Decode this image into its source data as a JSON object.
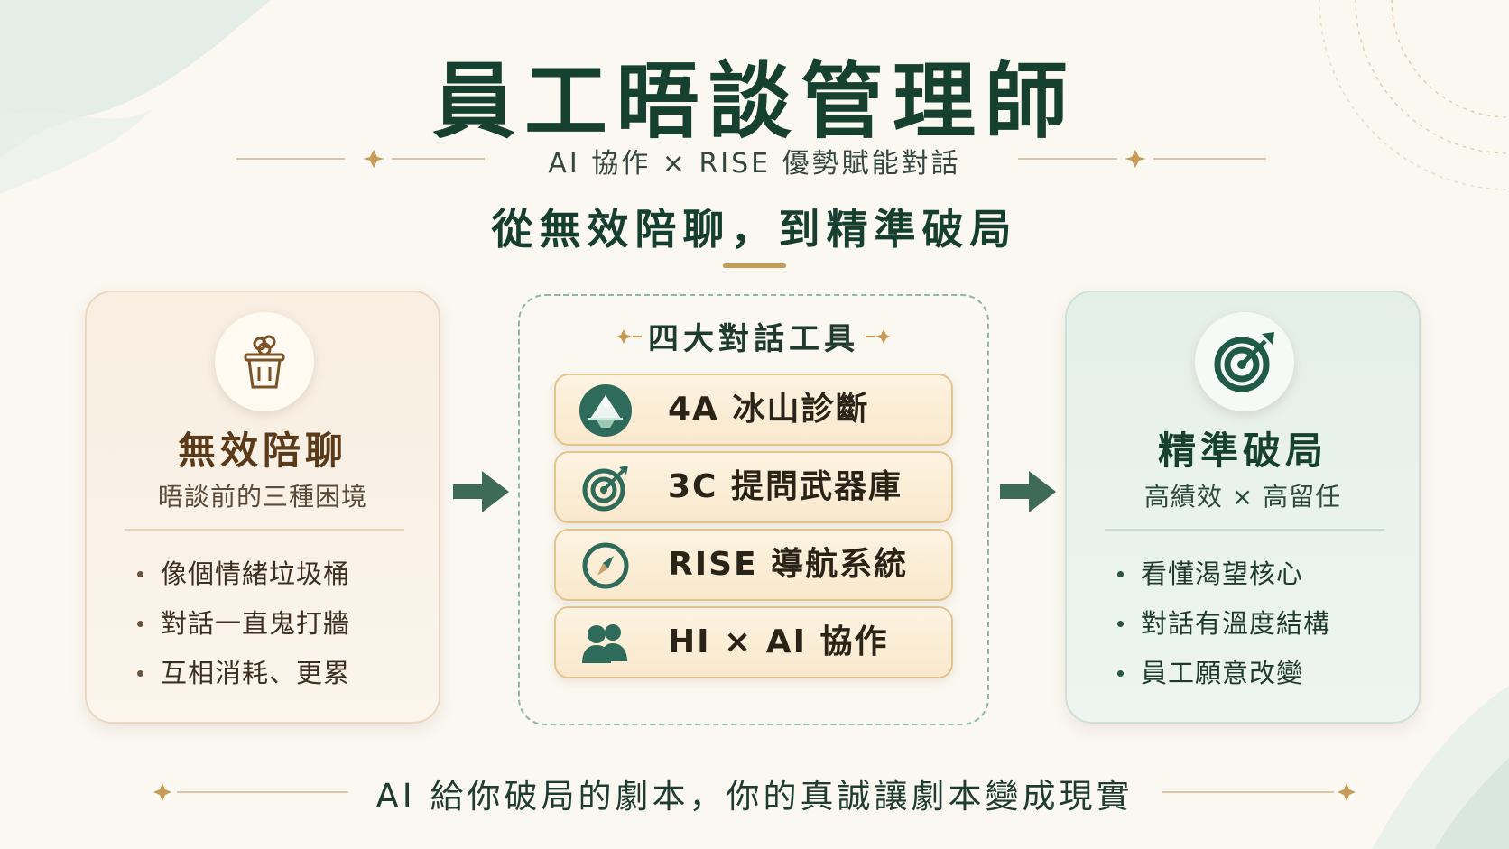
{
  "header": {
    "title": "員工晤談管理師",
    "subtitle": "AI 協作 × RISE 優勢賦能對話",
    "tagline": "從無效陪聊，到精準破局"
  },
  "left_card": {
    "icon": "trash-bin-icon",
    "title": "無效陪聊",
    "subtitle": "晤談前的三種困境",
    "items": [
      "像個情緒垃圾桶",
      "對話一直鬼打牆",
      "互相消耗、更累"
    ]
  },
  "tools": {
    "title": "四大對話工具",
    "items": [
      {
        "label": "4A 冰山診斷",
        "icon": "iceberg-mountain-icon"
      },
      {
        "label": "3C 提問武器庫",
        "icon": "target-icon"
      },
      {
        "label": "RISE 導航系統",
        "icon": "compass-icon"
      },
      {
        "label": "HI × AI 協作",
        "icon": "people-icon"
      }
    ]
  },
  "right_card": {
    "icon": "target-arrow-icon",
    "title": "精準破局",
    "subtitle": "高績效 × 高留任",
    "items": [
      "看懂渴望核心",
      "對話有溫度結構",
      "員工願意改變"
    ]
  },
  "footer": {
    "text": "AI 給你破局的劇本，你的真誠讓劇本變成現實"
  },
  "colors": {
    "background": "#fbf8f2",
    "primary_green": "#16402f",
    "gold_accent": "#c79a57",
    "left_card_bg": "#f8eee1",
    "right_card_bg": "#e5efe9",
    "tool_bg": "#f9e8cc"
  }
}
